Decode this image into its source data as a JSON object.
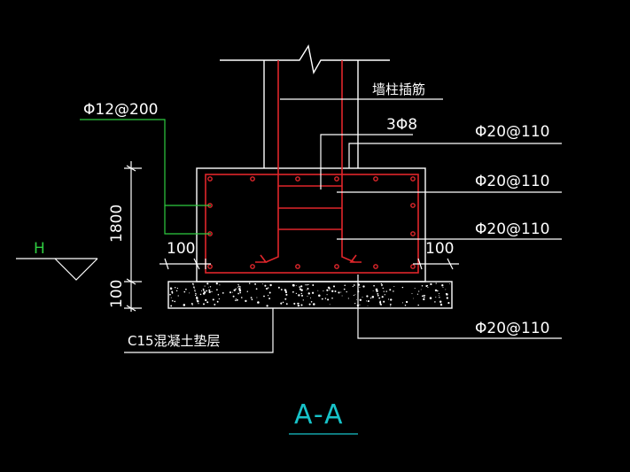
{
  "labels": {
    "wall_column_dowel": "墙柱插筋",
    "stirrup": "3Φ8",
    "top_bar_1": "Φ20@110",
    "top_bar_2": "Φ20@110",
    "side_bar": "Φ20@110",
    "bottom_bar": "Φ20@110",
    "side_dist_bar": "Φ12@200",
    "height_dim": "1800",
    "cushion_dim": "100",
    "left_cover": "100",
    "right_cover": "100",
    "water_level": "H",
    "cushion_layer": "C15混凝土垫层",
    "section_title": "A-A"
  },
  "colors": {
    "background": "#000000",
    "outline": "#ffffff",
    "rebar": "#e0262b",
    "leader_green": "#2ecc40",
    "title": "#17c3c9"
  }
}
